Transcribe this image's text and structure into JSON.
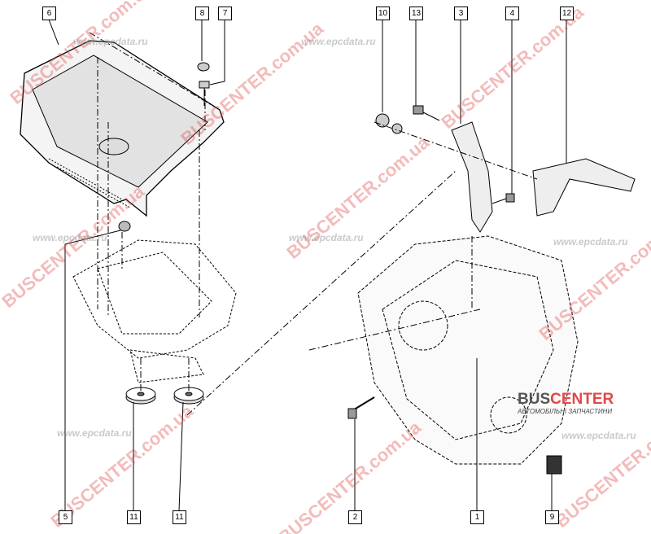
{
  "callouts": {
    "c6": "6",
    "c8": "8",
    "c7": "7",
    "c10": "10",
    "c13": "13",
    "c3": "3",
    "c4": "4",
    "c12": "12",
    "c5": "5",
    "c11a": "11",
    "c11b": "11",
    "c2": "2",
    "c1": "1",
    "c9": "9"
  },
  "watermarks": {
    "site": "BUSCENTER.com.ua",
    "epc": "www.epcdata.ru"
  },
  "logo": {
    "brand_a": "BUS",
    "brand_b": "CENTER",
    "subtitle": "АВТОМОБІЛЬНІ ЗАПЧАСТИНИ"
  },
  "colors": {
    "watermark": "#e04848",
    "line": "#000000"
  }
}
